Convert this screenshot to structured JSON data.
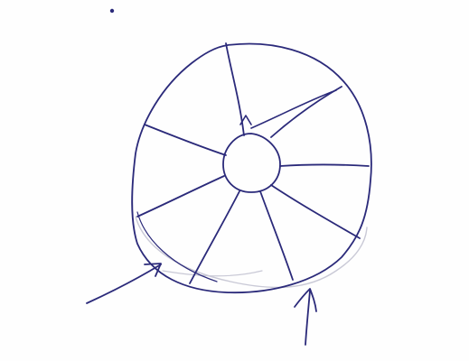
{
  "drawing": {
    "subject": "wheel-sketch",
    "ink_color": "#2b2a7a",
    "faint_color": "#c9c9d6",
    "paper_color": "#fefefe",
    "spoke_count": 8,
    "arrow_count": 2
  }
}
